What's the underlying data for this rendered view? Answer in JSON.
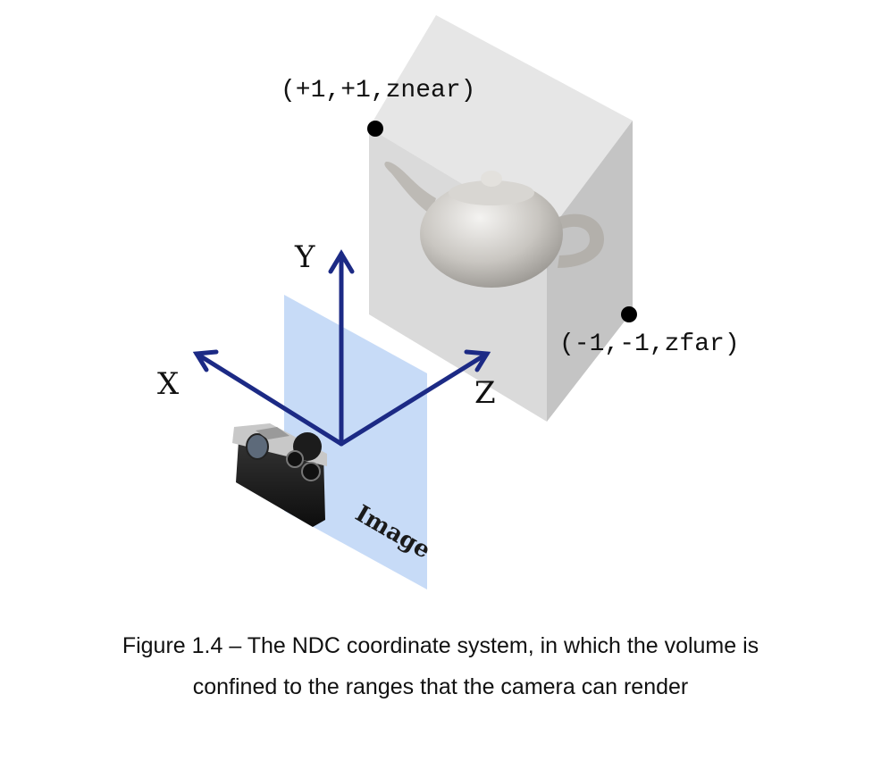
{
  "labels": {
    "near_corner": "(+1,+1,znear)",
    "far_corner": "(-1,-1,zfar)",
    "axis_x": "X",
    "axis_y": "Y",
    "axis_z": "Z",
    "image_plane": "Image"
  },
  "caption": {
    "line1": "Figure 1.4 – The NDC coordinate system, in which the volume is",
    "line2": "confined to the ranges that the camera can render"
  },
  "colors": {
    "axis": "#1c2a85",
    "image_plane": "#c2d8f6",
    "volume_front": "#dadada",
    "volume_side": "#c2c2c2",
    "volume_top": "#e6e6e6"
  }
}
